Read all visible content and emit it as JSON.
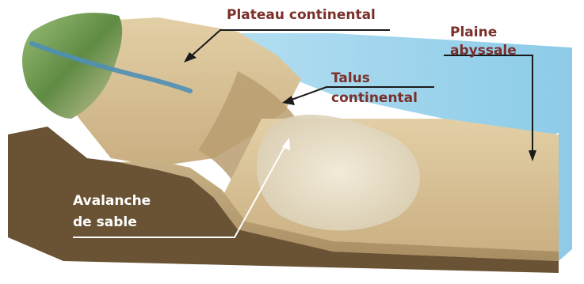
{
  "labels": {
    "plateau": "Plateau continental",
    "plaine_line1": "Plaine",
    "plaine_line2": "abyssale",
    "talus_line1": "Talus",
    "talus_line2": "continental",
    "avalanche_line1": "Avalanche",
    "avalanche_line2": "de sable"
  },
  "colors": {
    "label_text": "#7a2f2a",
    "label_text_light": "#ffffff",
    "water": "#9fd3ec",
    "sediment": "#d8c39a",
    "soil": "#6a5334",
    "vegetation": "#6f9a4e"
  }
}
